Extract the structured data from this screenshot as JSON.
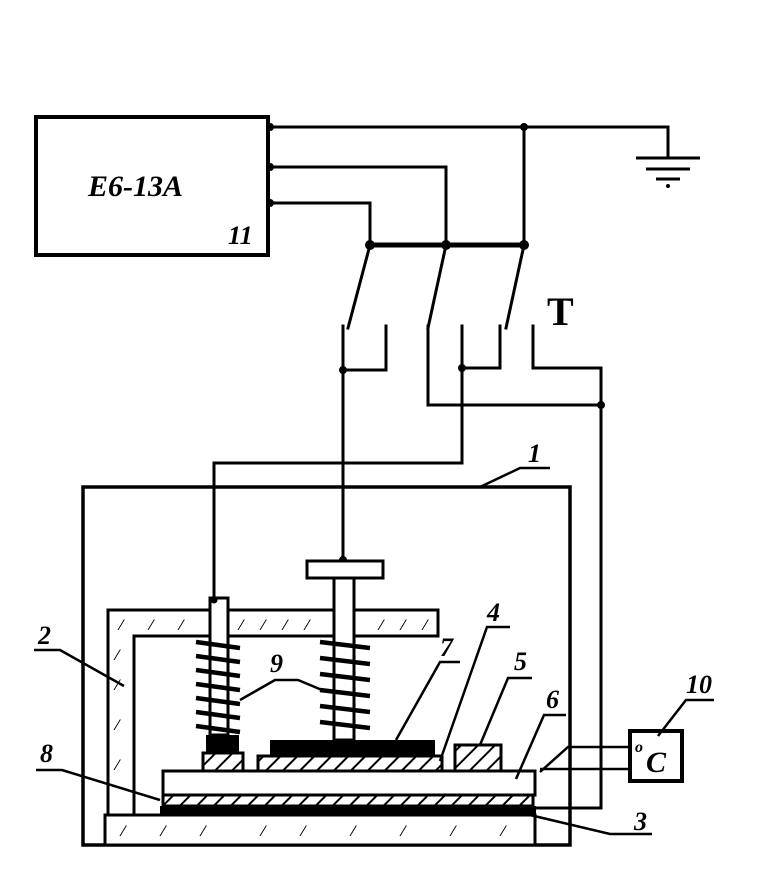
{
  "device": {
    "name": "E6-13A",
    "number": "11"
  },
  "switch_label": "T",
  "thermometer": {
    "unit": "C",
    "degree": "o",
    "number": "10"
  },
  "callouts": [
    "1",
    "2",
    "3",
    "4",
    "5",
    "6",
    "7",
    "8",
    "9"
  ],
  "insulation_mark": "⁄",
  "colors": {
    "line": "#000000",
    "background": "#ffffff"
  }
}
